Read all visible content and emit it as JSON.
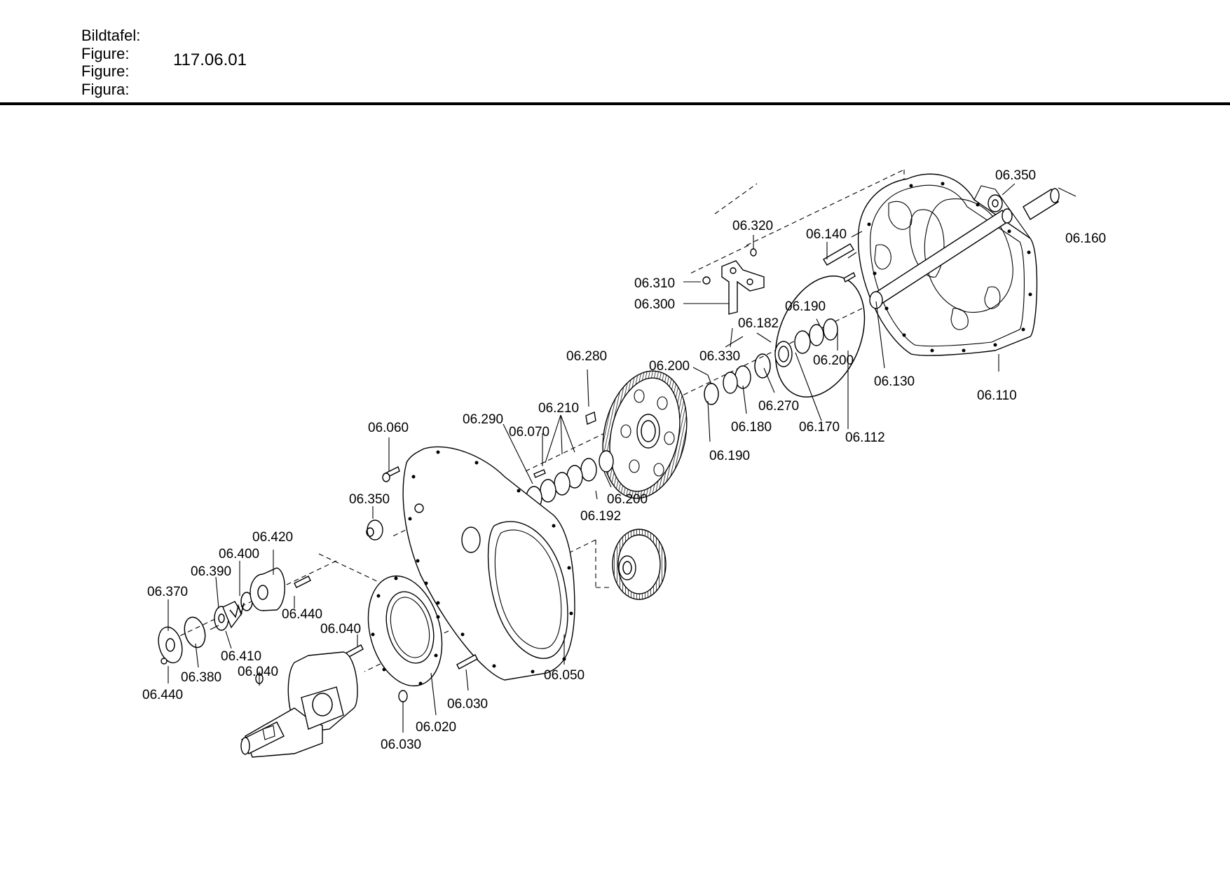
{
  "header": {
    "label_de": "Bildtafel:",
    "label_en": "Figure:",
    "label_fr": "Figure:",
    "label_es": "Figura:",
    "figure_number": "117.06.01"
  },
  "callouts": {
    "c06_350_top": "06.350",
    "c06_160": "06.160",
    "c06_320": "06.320",
    "c06_140": "06.140",
    "c06_310": "06.310",
    "c06_300": "06.300",
    "c06_190_top": "06.190",
    "c06_182": "06.182",
    "c06_200_right": "06.200",
    "c06_130": "06.130",
    "c06_110": "06.110",
    "c06_330": "06.330",
    "c06_280": "06.280",
    "c06_200_mid": "06.200",
    "c06_270": "06.270",
    "c06_170": "06.170",
    "c06_112": "06.112",
    "c06_180": "06.180",
    "c06_210": "06.210",
    "c06_290": "06.290",
    "c06_070": "06.070",
    "c06_190_mid": "06.190",
    "c06_060": "06.060",
    "c06_200_low": "06.200",
    "c06_192": "06.192",
    "c06_350_left": "06.350",
    "c06_420": "06.420",
    "c06_400": "06.400",
    "c06_390": "06.390",
    "c06_440_upper": "06.440",
    "c06_370": "06.370",
    "c06_410": "06.410",
    "c06_040_upper": "06.040",
    "c06_380": "06.380",
    "c06_040_lower": "06.040",
    "c06_440_lower": "06.440",
    "c06_050": "06.050",
    "c06_030_right": "06.030",
    "c06_020": "06.020",
    "c06_030_left": "06.030"
  }
}
